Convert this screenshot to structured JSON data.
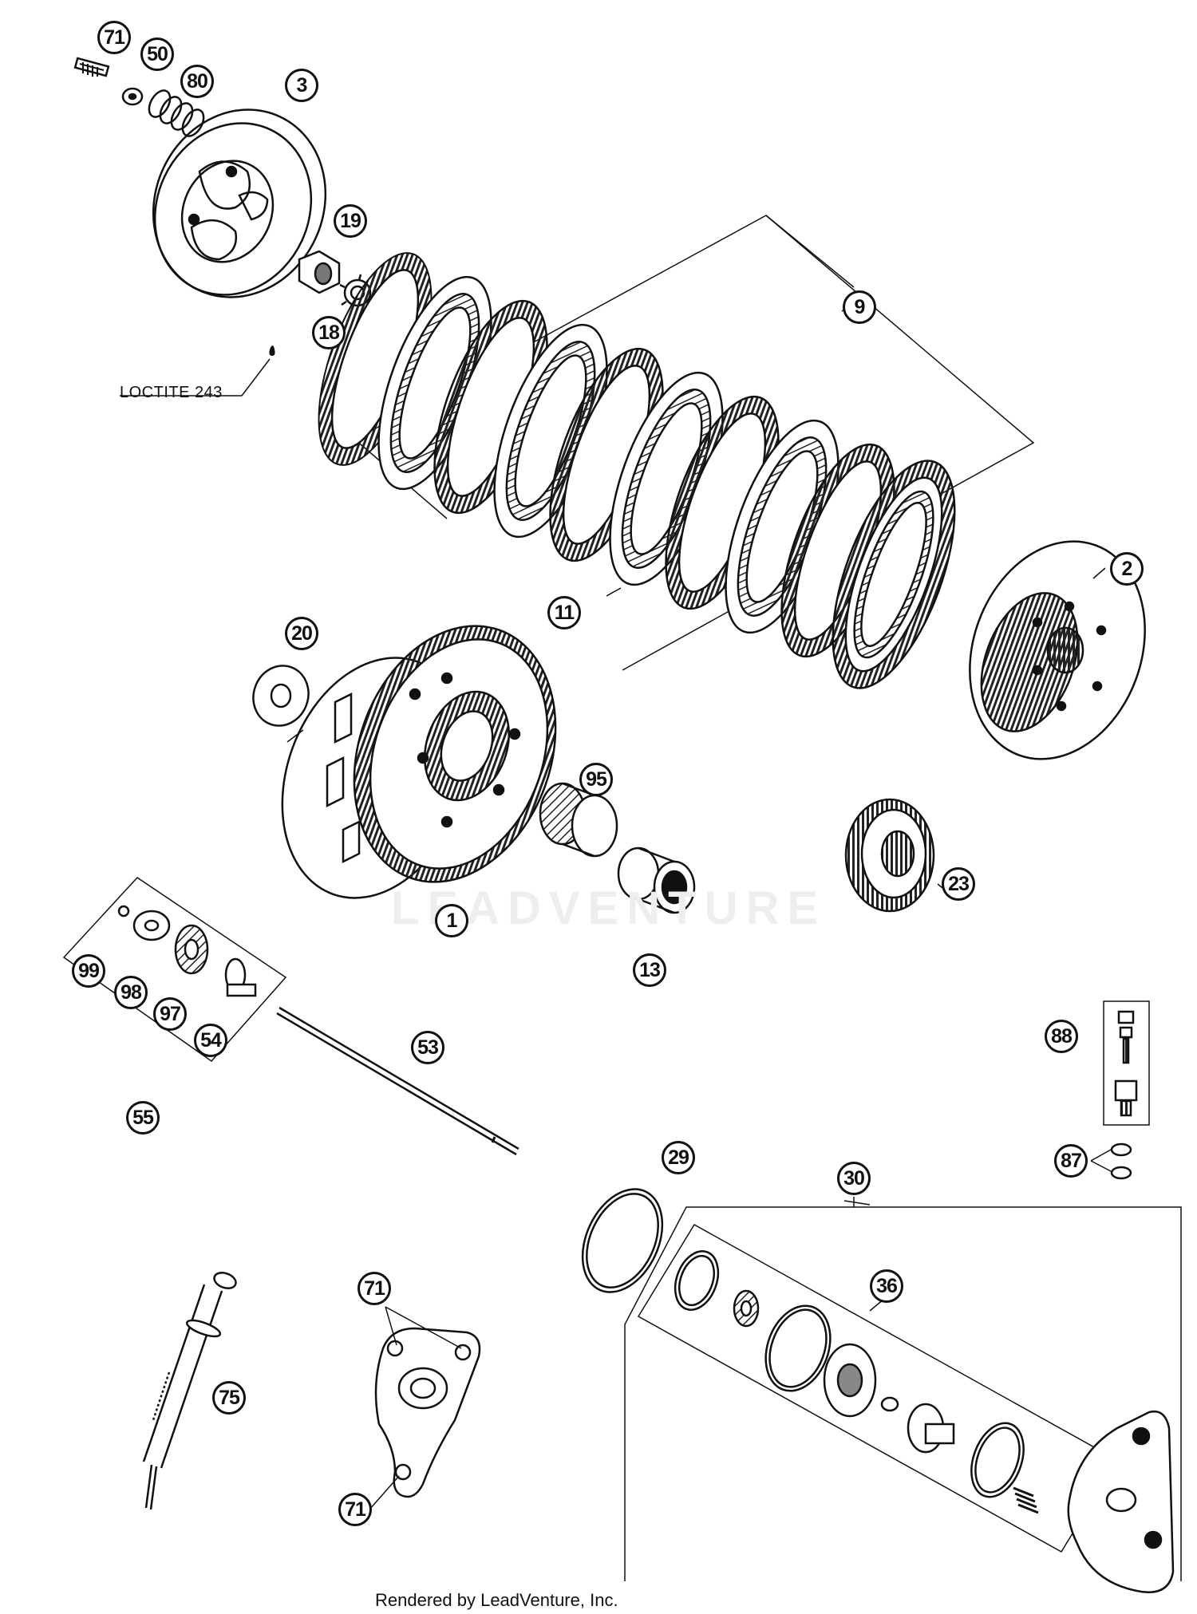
{
  "diagram": {
    "notes": {
      "loctite": "LOCTITE 243"
    },
    "footer": "Rendered by LeadVenture, Inc.",
    "watermark": "LEADVENTURE",
    "callouts": {
      "c71a": "71",
      "c50": "50",
      "c80": "80",
      "c3": "3",
      "c19": "19",
      "c18": "18",
      "c9": "9",
      "c11": "11",
      "c2": "2",
      "c20": "20",
      "c95": "95",
      "c1": "1",
      "c13": "13",
      "c23": "23",
      "c99": "99",
      "c98": "98",
      "c97": "97",
      "c54": "54",
      "c55": "55",
      "c53": "53",
      "c88": "88",
      "c87": "87",
      "c29": "29",
      "c30": "30",
      "c36": "36",
      "c71b": "71",
      "c75": "75",
      "c71c": "71"
    }
  }
}
